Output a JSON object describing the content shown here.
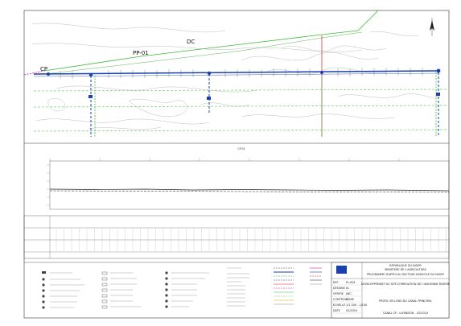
{
  "plan": {
    "label_dc": "DC",
    "label_pp": "PP-01",
    "label_cp": "CP"
  },
  "profile": {
    "title": "CP-01"
  },
  "title_block": {
    "line1": "REPUBLIQUE DU NIGER",
    "line2": "MINISTERE DE L'AGRICULTURE",
    "line3": "PROGRAMME D'APPUI AU SECTEUR AGRICOLE DU NIGER",
    "line4": "DEVELOPPEMENT DU SITE D'IRRIGATION DE L'ANCIENNE RIVIERE",
    "line5": "PROFIL EN LONG DU CANAL PRINCIPAL",
    "line6": "CANAL CP - LIVRAISON - 02/2019",
    "labels": [
      "REF.",
      "DESSINE",
      "VERIFIE",
      "CONTROLE",
      "ECHELLE",
      "DATE"
    ],
    "values": [
      "PL-004",
      "KL",
      "JWC",
      "DGAR",
      "1/1 000 - 1/100",
      "02/2019"
    ]
  },
  "colors": {
    "contour": "#9a9a9a",
    "canal": "#1a3fb0",
    "pp_line": "#3fb83a",
    "red_line": "#d22020",
    "green_dash": "#6fd06a",
    "magenta": "#c020c0"
  }
}
